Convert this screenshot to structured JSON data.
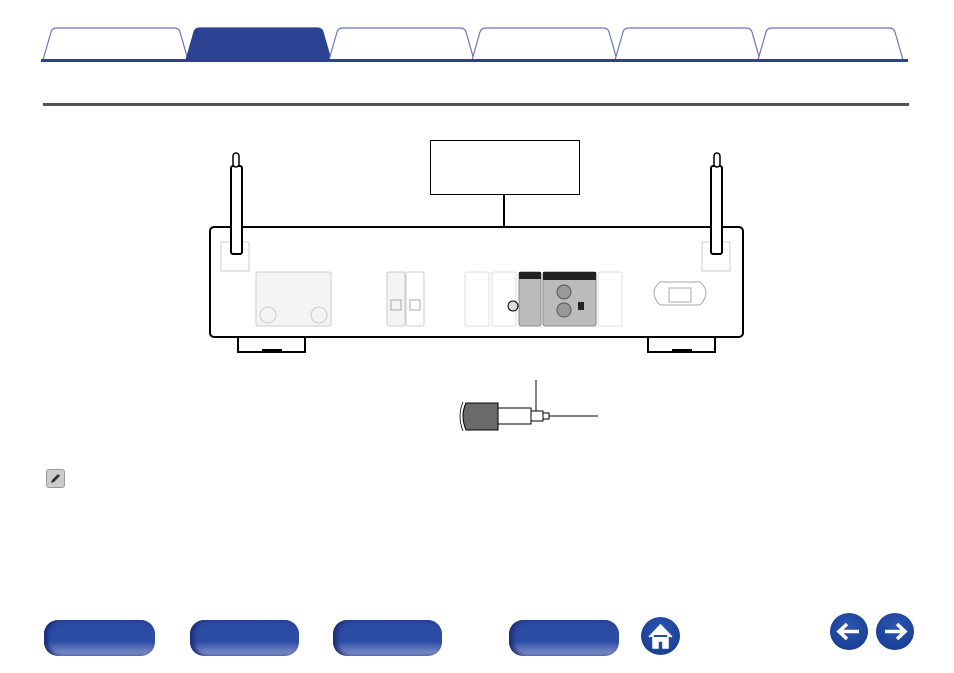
{
  "colors": {
    "accent": "#2b4192",
    "tab_outline": "#6b74b8",
    "rule": "#555555"
  },
  "tabs": [
    {
      "id": "tab-1",
      "active": false
    },
    {
      "id": "tab-2",
      "active": true
    },
    {
      "id": "tab-3",
      "active": false
    },
    {
      "id": "tab-4",
      "active": false
    },
    {
      "id": "tab-5",
      "active": false
    },
    {
      "id": "tab-6",
      "active": false
    }
  ],
  "icons": {
    "note": "pencil-icon",
    "home": "home-icon",
    "back": "arrow-left-icon",
    "forward": "arrow-right-icon"
  }
}
